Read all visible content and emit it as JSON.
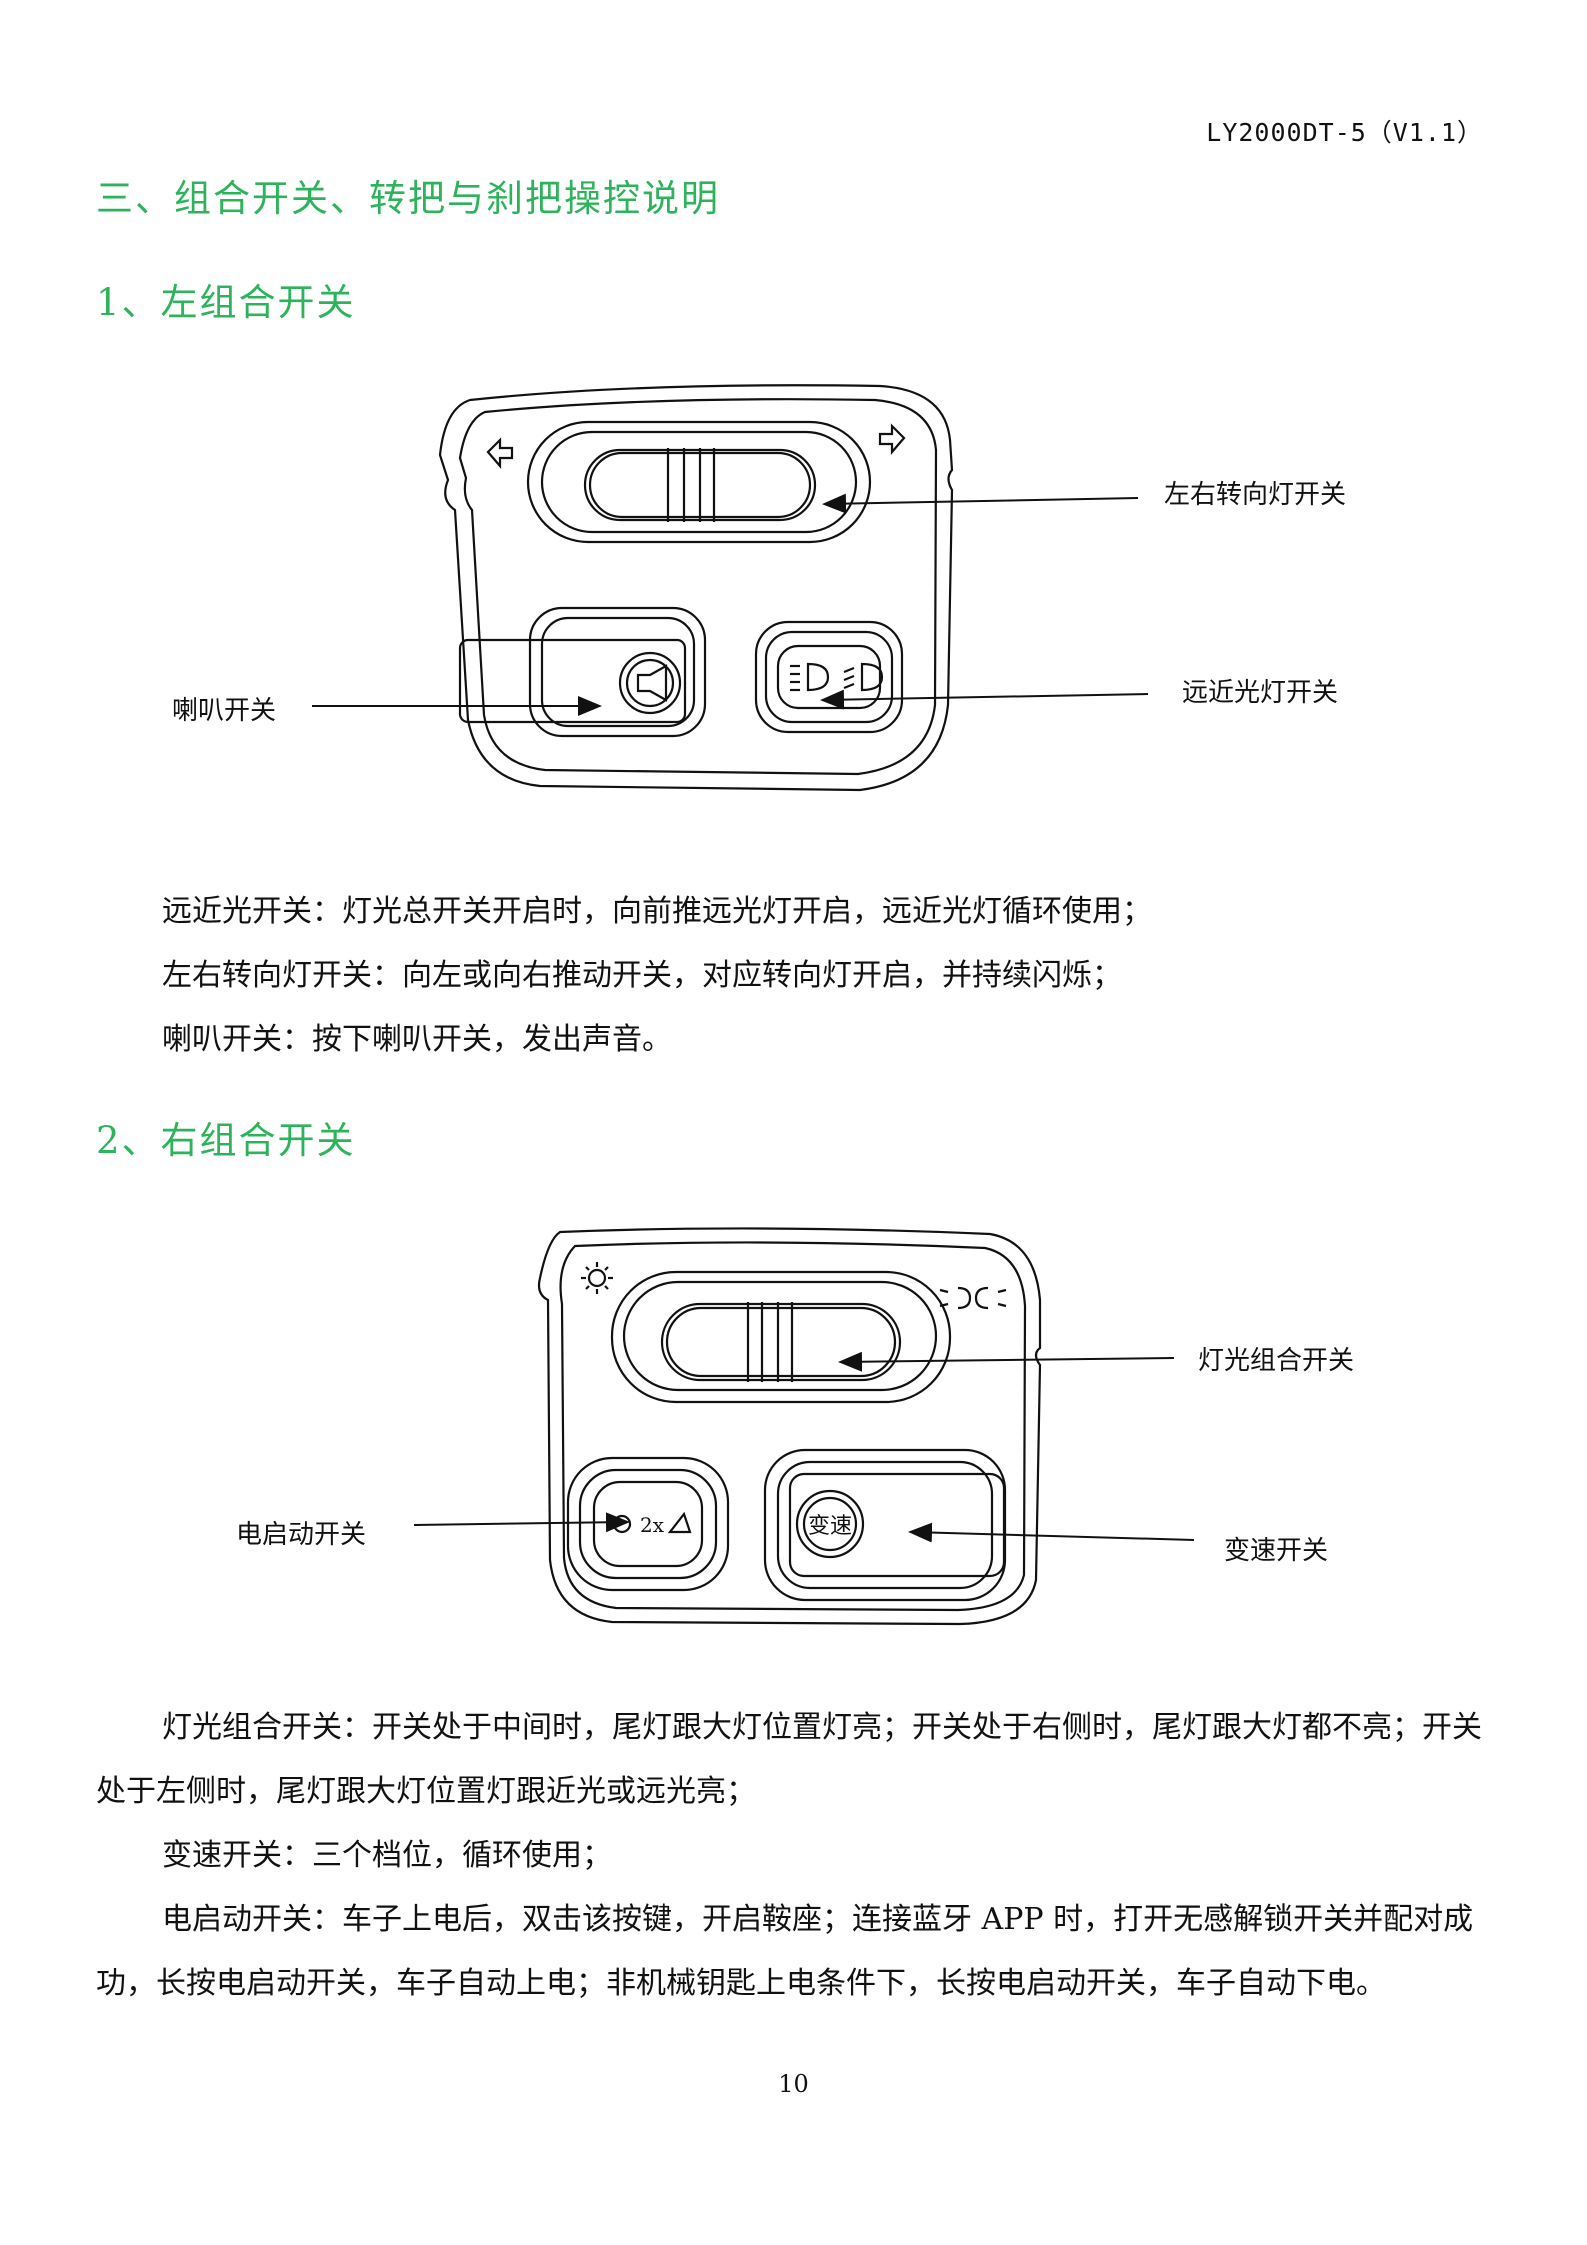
{
  "header": {
    "doc_code": "LY2000DT-5（V1.1）"
  },
  "section": {
    "title": "三、组合开关、转把与刹把操控说明"
  },
  "left_switch": {
    "heading": "1、左组合开关",
    "labels": {
      "turn_signal": "左右转向灯开关",
      "horn": "喇叭开关",
      "high_low_beam": "远近光灯开关"
    },
    "descriptions": [
      "远近光开关：灯光总开关开启时，向前推远光灯开启，远近光灯循环使用；",
      "左右转向灯开关：向左或向右推动开关，对应转向灯开启，并持续闪烁；",
      "喇叭开关：按下喇叭开关，发出声音。"
    ]
  },
  "right_switch": {
    "heading": "2、右组合开关",
    "labels": {
      "light_combo": "灯光组合开关",
      "electric_start": "电启动开关",
      "speed_change": "变速开关"
    },
    "button_texts": {
      "start_2x": "2x",
      "speed": "变速"
    },
    "descriptions": [
      "灯光组合开关：开关处于中间时，尾灯跟大灯位置灯亮；开关处于右侧时，尾灯跟大灯都不亮；开关处于左侧时，尾灯跟大灯位置灯跟近光或远光亮；",
      "变速开关：三个档位，循环使用；",
      "电启动开关：车子上电后，双击该按键，开启鞍座；连接蓝牙 APP 时，打开无感解锁开关并配对成功，长按电启动开关，车子自动上电；非机械钥匙上电条件下，长按电启动开关，车子自动下电。"
    ]
  },
  "footer": {
    "page_number": "10"
  }
}
